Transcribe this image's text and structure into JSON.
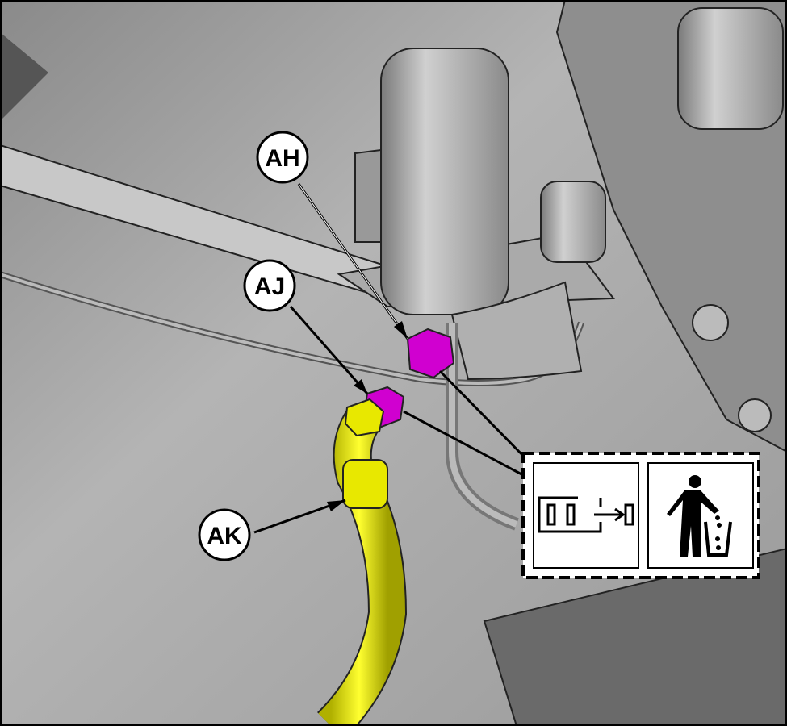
{
  "callouts": {
    "ah": "AH",
    "aj": "AJ",
    "ak": "AK"
  },
  "symbols": {
    "remove-component": "remove-part-icon",
    "dispose": "dispose-waste-icon"
  },
  "colors": {
    "hose": "#f2f200",
    "fitting_highlight": "#d000d0",
    "background": "#a8a8a8"
  }
}
